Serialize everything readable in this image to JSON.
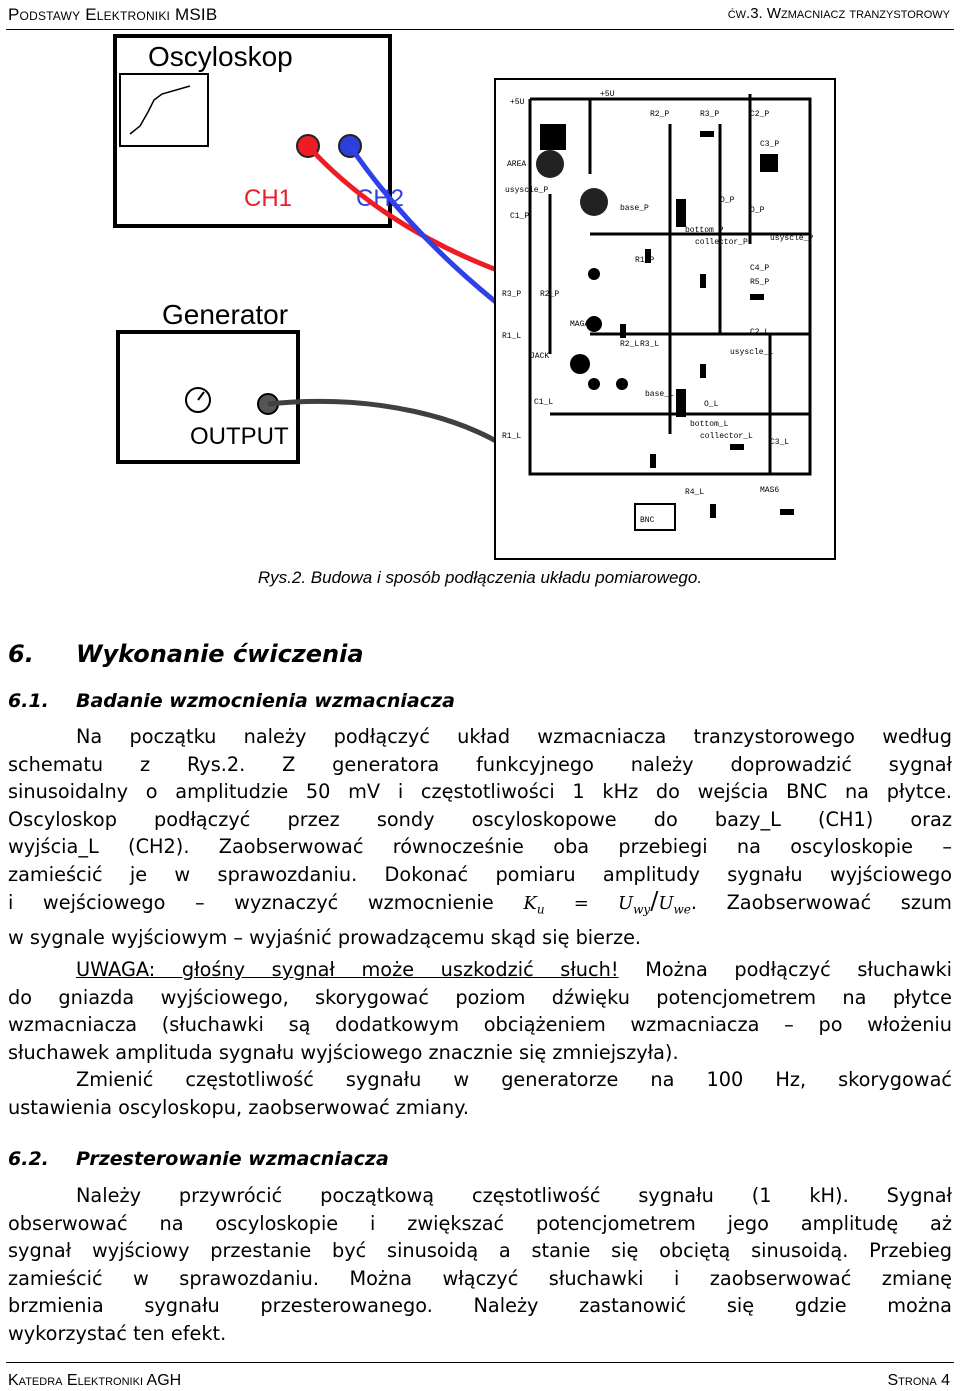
{
  "header": {
    "left": "Podstawy Elektroniki MSIB",
    "right": "ćw.3. Wzmacniacz tranzystorowy"
  },
  "figure": {
    "oscilloscope_title": "Oscyloskop",
    "ch1_label": "CH1",
    "ch2_label": "CH2",
    "generator_title": "Generator",
    "output_label": "OUTPUT",
    "board_labels": [
      "+5U",
      "+5U",
      "AREA",
      "usyscle_P",
      "C1_P",
      "R2_P",
      "R3_P",
      "C2_P",
      "C3_P",
      "base_P",
      "O_P",
      "O_P",
      "bottom_P",
      "collector_P",
      "usyscle_P",
      "R1_P",
      "R3_P",
      "R2_P",
      "C4_P",
      "R5_P",
      "R1_L",
      "MAGA",
      "JACK",
      "R2_L",
      "R3_L",
      "C2_L",
      "usyscle_L",
      "C1_L",
      "base_L",
      "O_L",
      "bottom_L",
      "collector_L",
      "C3_L",
      "R1_L",
      "BNC",
      "R4_L",
      "MAS6"
    ],
    "colors": {
      "ch1_wire": "#ee1c24",
      "ch2_wire": "#3040e8",
      "generator_wire": "#404040"
    },
    "icons": [
      "oscilloscope-screen",
      "knob-red",
      "knob-blue",
      "generator-dial",
      "circuit-board"
    ]
  },
  "caption": "Rys.2. Budowa i sposób podłączenia układu pomiarowego.",
  "section6": {
    "num": "6.",
    "title": "Wykonanie ćwiczenia"
  },
  "section61": {
    "num": "6.1.",
    "title": "Badanie wzmocnienia wzmacniacza"
  },
  "p1": {
    "l1": "Na początku należy podłączyć układ wzmacniacza tranzystorowego według",
    "l2": "schematu z Rys.2. Z generatora funkcyjnego należy doprowadzić sygnał",
    "l3": "sinusoidalny o amplitudzie 50 mV i częstotliwości 1 kHz do wejścia BNC na płytce.",
    "l4": "Oscyloskop podłączyć przez sondy oscyloskopowe do bazy_L (CH1) oraz",
    "l5": "wyjścia_L (CH2). Zaobserwować równocześnie oba przebiegi na oscyloskopie –",
    "l6": "zamieścić je w sprawozdaniu. Dokonać pomiaru amplitudy sygnału wyjściowego",
    "l7_a": "i wejściowego – wyznaczyć wzmocnienie",
    "l7_b": ". Zaobserwować szum",
    "l8": "w sygnale wyjściowym – wyjaśnić prowadzącemu skąd się bierze."
  },
  "formula": {
    "k": "K",
    "k_sub": "u",
    "eq": "=",
    "u1": "U",
    "u1_sub": "wy",
    "slash": "/",
    "u2": "U",
    "u2_sub": "we"
  },
  "p2": {
    "warning": "UWAGA: głośny sygnał może uszkodzić słuch!",
    "l1_rest": " Można podłączyć słuchawki",
    "l2": "do gniazda wyjściowego, skorygować poziom dźwięku potencjometrem na płytce",
    "l3": "wzmacniacza (słuchawki są dodatkowym obciążeniem wzmacniacza – po włożeniu",
    "l4": "słuchawek amplituda sygnału wyjściowego znacznie się zmniejszyła)."
  },
  "p3": {
    "l1": "Zmienić częstotliwość sygnału w generatorze na 100 Hz, skorygować",
    "l2": "ustawienia oscyloskopu, zaobserwować zmiany."
  },
  "section62": {
    "num": "6.2.",
    "title": "Przesterowanie wzmacniacza"
  },
  "p4": {
    "l1": "Należy przywrócić początkową częstotliwość sygnału (1 kH). Sygnał",
    "l2": "obserwować na oscyloskopie i zwiększać potencjometrem jego amplitudę aż",
    "l3": "sygnał wyjściowy przestanie być sinusoidą a stanie się obciętą sinusoidą. Przebieg",
    "l4": "zamieścić w sprawozdaniu. Można włączyć słuchawki i zaobserwować zmianę",
    "l5": "brzmienia sygnału przesterowanego. Należy zastanowić się gdzie można",
    "l6": "wykorzystać ten efekt."
  },
  "footer": {
    "left": "Katedra Elektroniki AGH",
    "right": "Strona 4"
  }
}
